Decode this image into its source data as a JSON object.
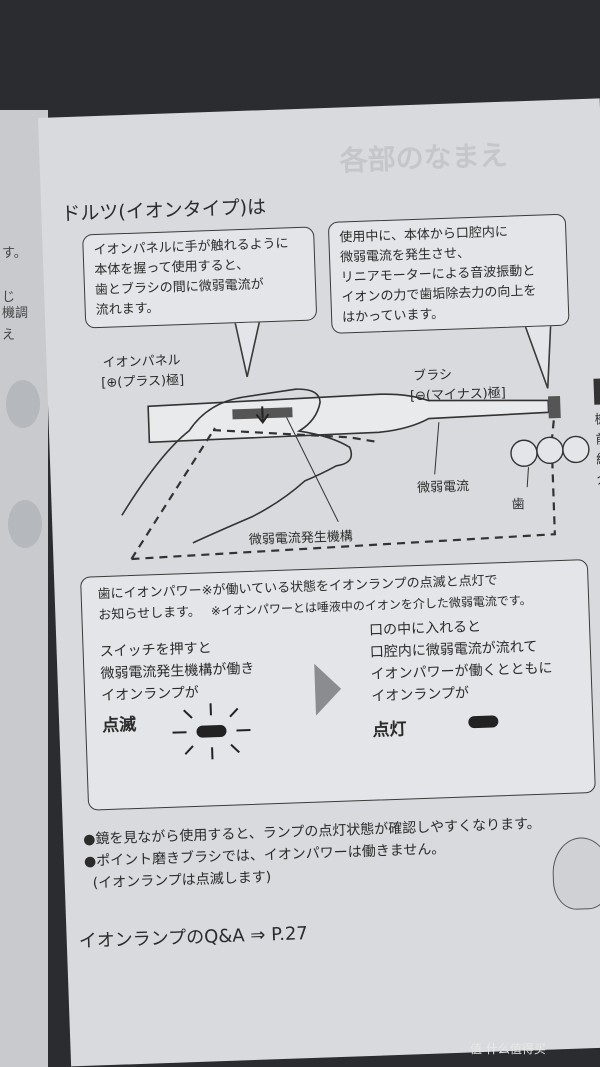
{
  "left_page": {
    "fragments": [
      "す。",
      "じ",
      "機調",
      "え"
    ]
  },
  "faded_header": "各部のなまえ",
  "heading": "ドルツ(イオンタイプ)は",
  "bubble_left": {
    "lines": [
      "イオンパネルに手が触れるように",
      "本体を握って使用すると、",
      "歯とブラシの間に微弱電流が",
      "流れます。"
    ]
  },
  "bubble_right": {
    "lines": [
      "使用中に、本体から口腔内に",
      "微弱電流を発生させ、",
      "リニアモーターによる音波振動と",
      "イオンの力で歯垢除去力の向上を",
      "はかっています。"
    ]
  },
  "diagram": {
    "ion_panel_label": "イオンパネル",
    "ion_panel_pole": "[⊕(プラス)極]",
    "brush_label": "ブラシ",
    "brush_pole": "[⊖(マイナス)極]",
    "weak_current": "微弱電流",
    "tooth": "歯",
    "generator": "微弱電流発生機構"
  },
  "side_tab": [
    "機",
    "前",
    "給",
    "介"
  ],
  "info_box": {
    "intro_lines": [
      "歯にイオンパワー※が働いている状態をイオンランプの点滅と点灯で",
      "お知らせします。"
    ],
    "footnote": "※イオンパワーとは唾液中のイオンを介した微弱電流です。",
    "left_lines": [
      "スイッチを押すと",
      "微弱電流発生機構が働き",
      "イオンランプが"
    ],
    "left_state": "点滅",
    "right_lines": [
      "口の中に入れると",
      "口腔内に微弱電流が流れて",
      "イオンパワーが働くとともに",
      "イオンランプが"
    ],
    "right_state": "点灯"
  },
  "notes": {
    "lines": [
      "●鏡を見ながら使用すると、ランプの点灯状態が確認しやすくなります。",
      "●ポイント磨きブラシでは、イオンパワーは働きません。",
      "(イオンランプは点滅します)"
    ]
  },
  "footer_link": "イオンランプのQ&A ⇒ P.27",
  "watermark": "值 什么值得买"
}
